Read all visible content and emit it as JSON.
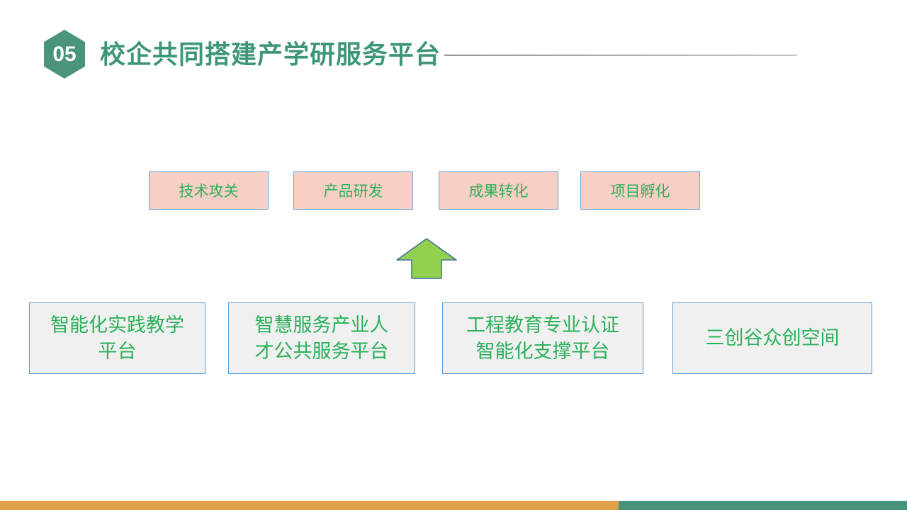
{
  "slide": {
    "badge_number": "05",
    "title": "校企共同搭建产学研服务平台",
    "top_boxes": [
      {
        "label": "技术攻关"
      },
      {
        "label": "产品研发"
      },
      {
        "label": "成果转化"
      },
      {
        "label": "项目孵化"
      }
    ],
    "arrow_icon": "up-arrow",
    "bottom_boxes": [
      {
        "lines": [
          "智能化实践教学",
          "平台"
        ]
      },
      {
        "lines": [
          "智慧服务产业人",
          "才公共服务平台"
        ]
      },
      {
        "lines": [
          "工程教育专业认证",
          "智能化支撑平台"
        ]
      },
      {
        "lines": [
          "三创谷众创空间"
        ]
      }
    ],
    "colors": {
      "title-green": "#3E9679",
      "hexagon-green": "#4A9478",
      "text-green": "#2BB15B",
      "pink-fill": "#F8CFC5",
      "pink-border": "#70A1D7",
      "gray-fill": "#F0F0F0",
      "gray-border": "#5B9BD5",
      "arrow-fill": "#92D050",
      "arrow-border": "#41719C",
      "footer-orange": "#E0A04A",
      "footer-green": "#46927C"
    }
  }
}
